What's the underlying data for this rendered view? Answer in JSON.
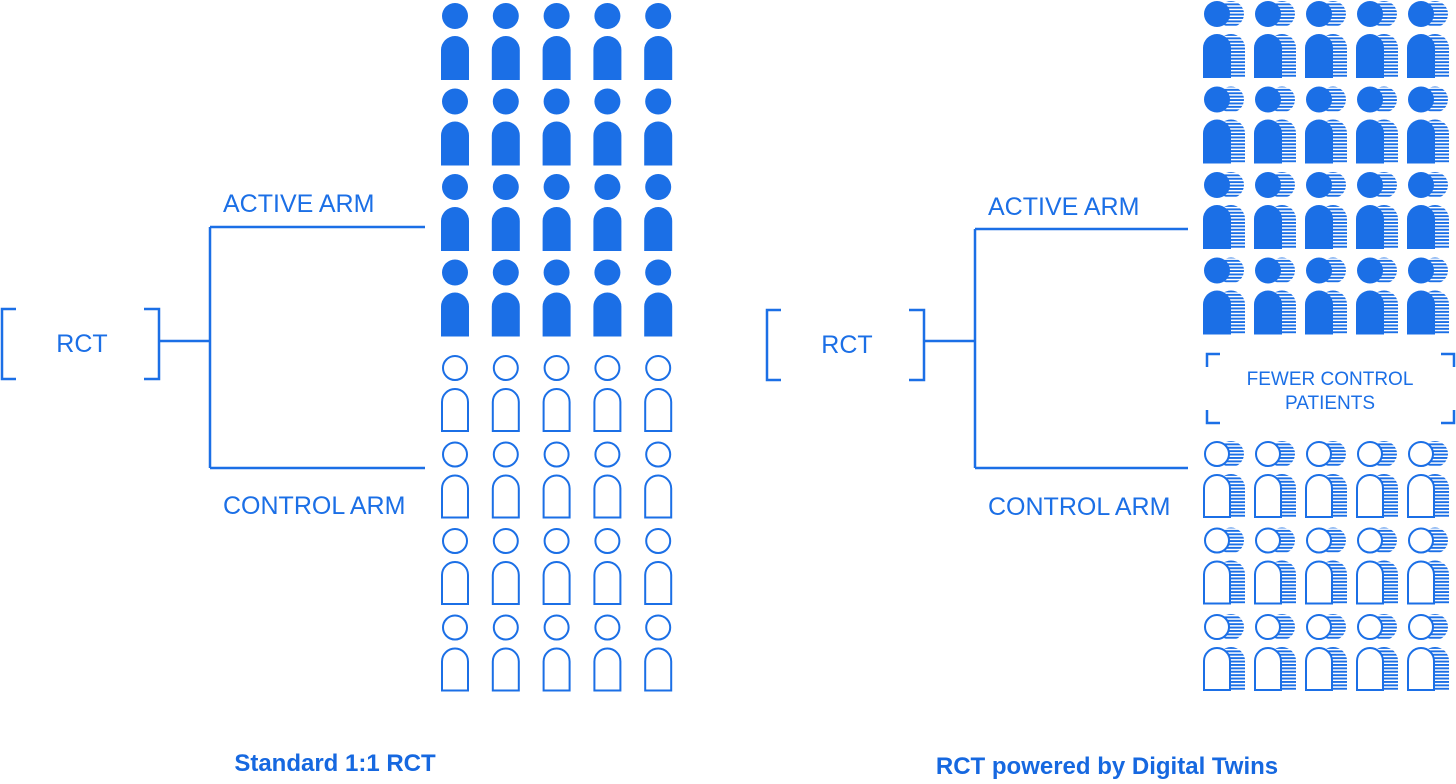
{
  "colors": {
    "primary": "#1b6fe6",
    "background": "#ffffff"
  },
  "left_panel": {
    "label": "RCT",
    "active_arm": {
      "label": "ACTIVE ARM",
      "patients": {
        "rows": 4,
        "cols": 5,
        "style": "filled",
        "icon": "person-filled-icon"
      }
    },
    "control_arm": {
      "label": "CONTROL ARM",
      "patients": {
        "rows": 4,
        "cols": 5,
        "style": "outline",
        "icon": "person-outline-icon"
      }
    },
    "caption": "Standard 1:1 RCT"
  },
  "right_panel": {
    "label": "RCT",
    "active_arm": {
      "label": "ACTIVE ARM",
      "patients": {
        "rows": 4,
        "cols": 5,
        "style": "filled-with-twin",
        "icon": "person-with-digital-twin-icon"
      }
    },
    "note": {
      "line1": "FEWER CONTROL",
      "line2": "PATIENTS"
    },
    "control_arm": {
      "label": "CONTROL ARM",
      "patients": {
        "rows": 3,
        "cols": 5,
        "style": "outline-with-twin",
        "icon": "person-outline-with-digital-twin-icon"
      }
    },
    "caption": "RCT powered by Digital Twins"
  }
}
